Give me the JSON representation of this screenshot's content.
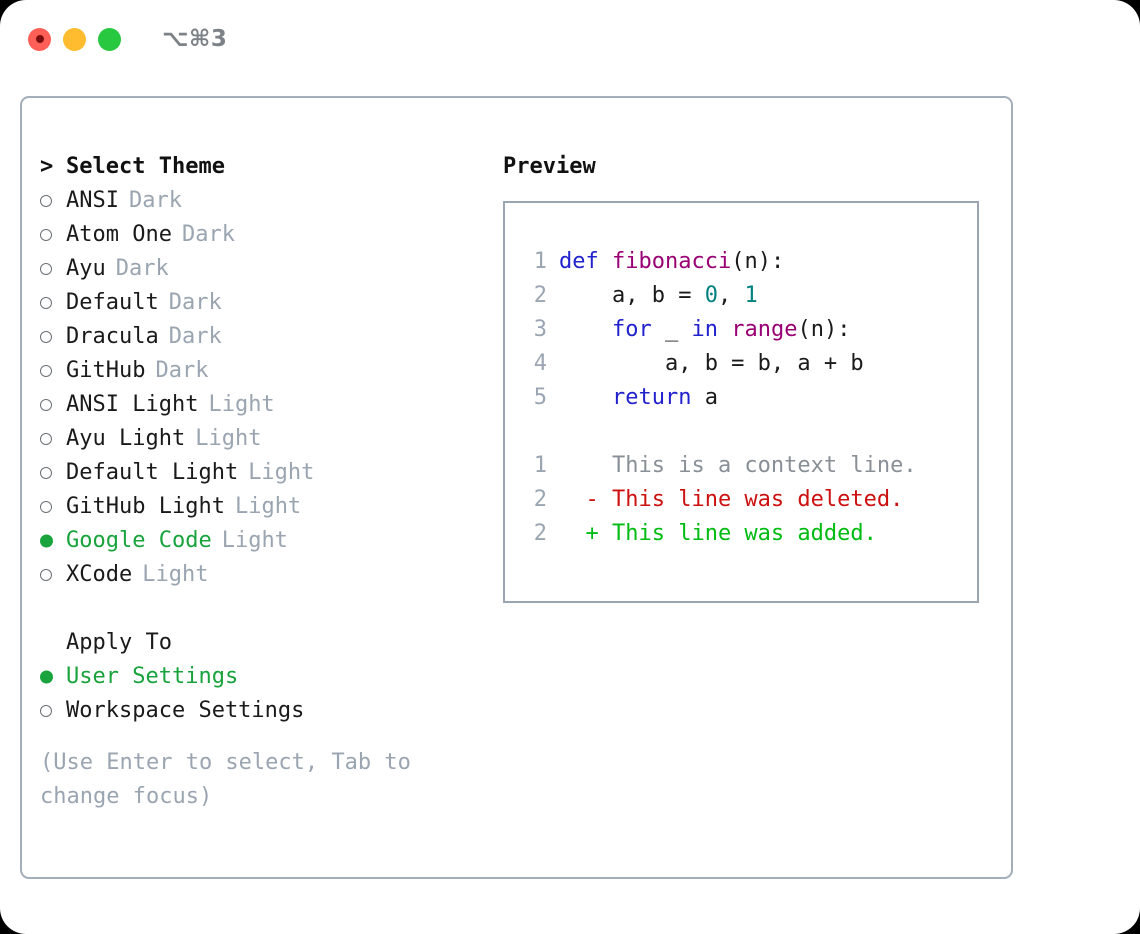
{
  "window": {
    "title": "⌥⌘3",
    "traffic_lights": [
      {
        "name": "close",
        "color": "#ff5f57"
      },
      {
        "name": "minimize",
        "color": "#febc2e"
      },
      {
        "name": "maximize",
        "color": "#28c840"
      }
    ]
  },
  "theme_section": {
    "heading": "Select Theme",
    "caret": ">",
    "options": [
      {
        "name": "ANSI",
        "variant": "Dark",
        "selected": false
      },
      {
        "name": "Atom One",
        "variant": "Dark",
        "selected": false
      },
      {
        "name": "Ayu",
        "variant": "Dark",
        "selected": false
      },
      {
        "name": "Default",
        "variant": "Dark",
        "selected": false
      },
      {
        "name": "Dracula",
        "variant": "Dark",
        "selected": false
      },
      {
        "name": "GitHub",
        "variant": "Dark",
        "selected": false
      },
      {
        "name": "ANSI Light",
        "variant": "Light",
        "selected": false
      },
      {
        "name": "Ayu Light",
        "variant": "Light",
        "selected": false
      },
      {
        "name": "Default Light",
        "variant": "Light",
        "selected": false
      },
      {
        "name": "GitHub Light",
        "variant": "Light",
        "selected": false
      },
      {
        "name": "Google Code",
        "variant": "Light",
        "selected": true
      },
      {
        "name": "XCode",
        "variant": "Light",
        "selected": false
      }
    ]
  },
  "apply_section": {
    "heading": "Apply To",
    "options": [
      {
        "name": "User Settings",
        "selected": true
      },
      {
        "name": "Workspace Settings",
        "selected": false
      }
    ]
  },
  "hint": "(Use Enter to select, Tab to change focus)",
  "preview": {
    "heading": "Preview",
    "code_lines": [
      {
        "number": "1",
        "tokens": [
          {
            "text": "def ",
            "kind": "kw"
          },
          {
            "text": "fibonacci",
            "kind": "fn"
          },
          {
            "text": "(n):",
            "kind": "plain"
          }
        ]
      },
      {
        "number": "2",
        "tokens": [
          {
            "text": "    a, b = ",
            "kind": "plain"
          },
          {
            "text": "0",
            "kind": "num"
          },
          {
            "text": ", ",
            "kind": "plain"
          },
          {
            "text": "1",
            "kind": "num"
          }
        ]
      },
      {
        "number": "3",
        "tokens": [
          {
            "text": "    ",
            "kind": "plain"
          },
          {
            "text": "for",
            "kind": "kw"
          },
          {
            "text": " _ ",
            "kind": "plain"
          },
          {
            "text": "in",
            "kind": "kw"
          },
          {
            "text": " ",
            "kind": "plain"
          },
          {
            "text": "range",
            "kind": "fn"
          },
          {
            "text": "(n):",
            "kind": "plain"
          }
        ]
      },
      {
        "number": "4",
        "tokens": [
          {
            "text": "        a, b = b, a + b",
            "kind": "plain"
          }
        ]
      },
      {
        "number": "5",
        "tokens": [
          {
            "text": "    ",
            "kind": "plain"
          },
          {
            "text": "return",
            "kind": "kw"
          },
          {
            "text": " a",
            "kind": "plain"
          }
        ]
      }
    ],
    "diff_lines": [
      {
        "number": "1",
        "marker": " ",
        "text": "This is a context line.",
        "kind": "context"
      },
      {
        "number": "2",
        "marker": "-",
        "text": "This line was deleted.",
        "kind": "deleted"
      },
      {
        "number": "2",
        "marker": "+",
        "text": "This line was added.",
        "kind": "added"
      }
    ]
  },
  "colors": {
    "accent_green": "#19a33c",
    "muted": "#9aa5b1",
    "keyword": "#2222cc",
    "function": "#990073",
    "number": "#008080",
    "diff_deleted": "#cc1111",
    "diff_added": "#00bb11",
    "border": "#a3aeba"
  }
}
